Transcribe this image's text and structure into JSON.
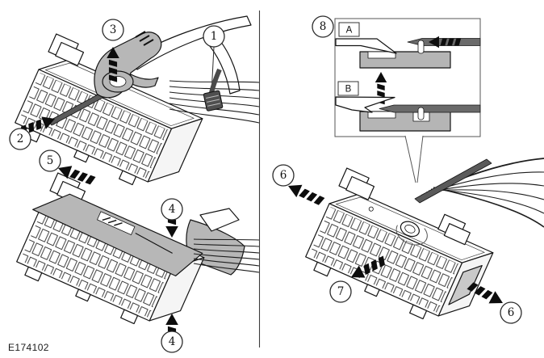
{
  "figure_code": "E174102",
  "panels": {
    "step1": {
      "name": "connector-release-lever-step",
      "callouts": [
        {
          "id": "callout-3",
          "label": "3"
        },
        {
          "id": "callout-1",
          "label": "1"
        },
        {
          "id": "callout-2",
          "label": "2"
        }
      ]
    },
    "step2": {
      "name": "connector-cover-removal-step",
      "callouts": [
        {
          "id": "callout-5",
          "label": "5"
        },
        {
          "id": "callout-4-top",
          "label": "4"
        },
        {
          "id": "callout-4-bottom",
          "label": "4"
        }
      ]
    },
    "step3": {
      "name": "terminal-removal-step",
      "callouts": [
        {
          "id": "callout-8",
          "label": "8"
        },
        {
          "id": "callout-6-left",
          "label": "6"
        },
        {
          "id": "callout-7",
          "label": "7"
        },
        {
          "id": "callout-6-right",
          "label": "6"
        }
      ],
      "inset": {
        "views": [
          {
            "label": "A"
          },
          {
            "label": "B"
          }
        ]
      }
    }
  },
  "colors": {
    "background": "#ffffff",
    "cover_gray": "#b7b7b7",
    "inset_block_gray": "#b5b5b5",
    "dark_bar_gray": "#6a6a6a",
    "outline": "#141414",
    "divider": "#3c3c3c"
  }
}
